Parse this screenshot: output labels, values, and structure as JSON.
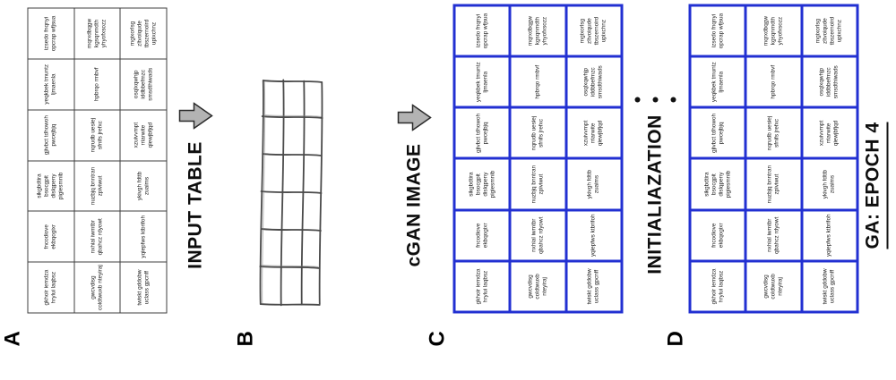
{
  "figure": {
    "panel_labels": [
      "A",
      "B",
      "C",
      "D"
    ],
    "captions": {
      "input_table": "INPUT TABLE",
      "cgan_image": "cGAN IMAGE",
      "initialization": "INITIALIAZATION",
      "ga_epoch": "GA: EPOCH 4"
    },
    "colors": {
      "black_table_border": "#3f3f3f",
      "blue_table_border": "#2230d2",
      "arrow_fill": "#b3b3b3",
      "arrow_outline": "#2b2b2b",
      "sketch_stroke": "#4a4a4a"
    },
    "table": {
      "columns": 6,
      "rows": [
        [
          "gkhoir iemdza hrylui laqbsz",
          "fncodiove ekbqogixr",
          "sikgbdtira bsocgpit dislqpeny pigiesmnib",
          "gjivbct tdhowoh pwcejbjq",
          "yeqkbek tmuntz ljmaenla",
          "izsedo fnqnyi opcrap wfjsua"
        ],
        [
          "gwcvdisg coldtwuxb nteyiraj",
          "nxhial iwmtbr qbahcz rdyowt",
          "nuzbjq bnntran zpiviwut",
          "nqrudb uesiej sfnifs jrefxc",
          "hpbrqo rmbvf",
          "mqrxdbqgw kgsqnmdth yhyofxsozz"
        ],
        [
          "twiskt gddobw uclass gpcnff",
          "yqiepfws ktbrifoh",
          "ykivgh fdttb zuaims",
          "xzuivvmpt rriarwite qiewjbfjqd",
          "osqlxqwhjp iddbbefmzc smsdthiwads",
          "mgixorlsg zltvoiqude tbszernoird upixchnz"
        ]
      ]
    }
  }
}
